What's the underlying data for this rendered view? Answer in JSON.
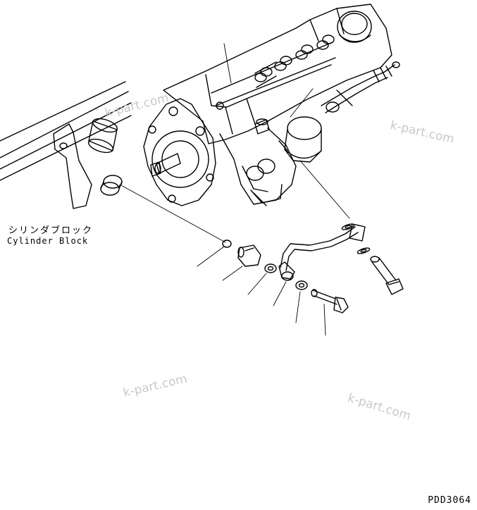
{
  "labels": {
    "cylinder_block_jp": "シリンダブロック",
    "cylinder_block_en": "Cylinder Block",
    "drawing_code": "PDD3064"
  },
  "watermarks": [
    "k-part.com",
    "k-part.com",
    "k-part.com",
    "k-part.com"
  ],
  "colors": {
    "line": "#000000",
    "watermark": "#c9c9c9",
    "background": "#ffffff"
  }
}
